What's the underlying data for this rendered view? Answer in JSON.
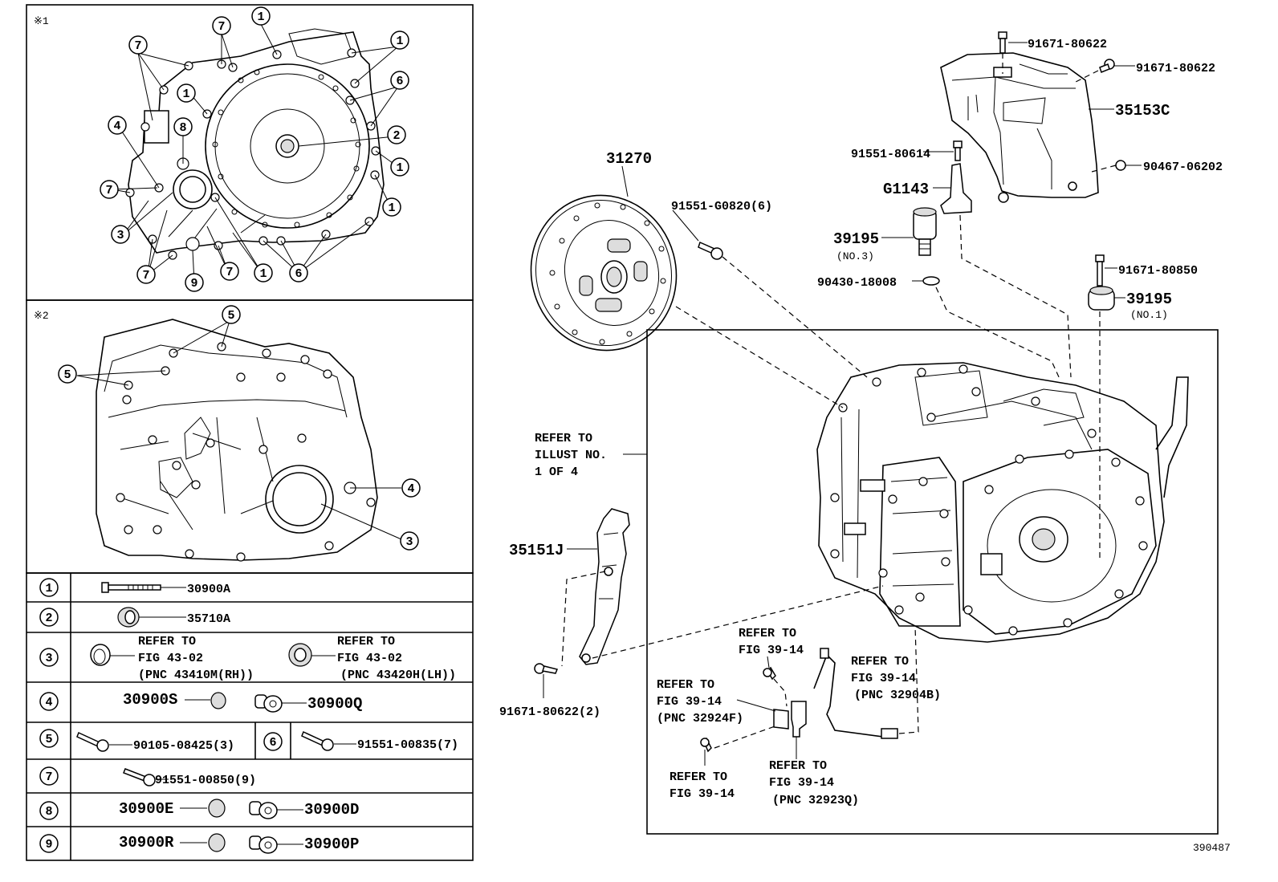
{
  "diagram_id": "390487",
  "view1_mark": "※1",
  "view2_mark": "※2",
  "callouts": [
    "1",
    "2",
    "3",
    "4",
    "5",
    "6",
    "7",
    "8",
    "9"
  ],
  "legend": {
    "r1": {
      "num": "1",
      "part": "30900A"
    },
    "r2": {
      "num": "2",
      "part": "35710A"
    },
    "r3": {
      "num": "3",
      "left": {
        "l1": "REFER TO",
        "l2": "FIG 43-02",
        "l3": "(PNC 43410M(RH))"
      },
      "right": {
        "l1": "REFER TO",
        "l2": "FIG 43-02",
        "l3": "(PNC 43420H(LH))"
      }
    },
    "r4": {
      "num": "4",
      "a": "30900S",
      "b": "30900Q"
    },
    "r5": {
      "num": "5",
      "part": "90105-08425(3)"
    },
    "r6": {
      "num": "6",
      "part": "91551-00835(7)"
    },
    "r7": {
      "num": "7",
      "part": "91551-00850(9)"
    },
    "r8": {
      "num": "8",
      "a": "30900E",
      "b": "30900D"
    },
    "r9": {
      "num": "9",
      "a": "30900R",
      "b": "30900P"
    }
  },
  "parts": {
    "p31270": "31270",
    "p91551g": "91551-G0820(6)",
    "p91671a": "91671-80622",
    "p91671b": "91671-80622",
    "p35153c": "35153C",
    "p91551_80614": "91551-80614",
    "p90467": "90467-06202",
    "pG1143": "G1143",
    "p39195_3": "39195",
    "p39195_3n": "(NO.3)",
    "p90430": "90430-18008",
    "p91671_80850": "91671-80850",
    "p39195_1": "39195",
    "p39195_1n": "(NO.1)",
    "p35151j": "35151J",
    "p91671_2": "91671-80622(2)"
  },
  "refs": {
    "illust": {
      "l1": "REFER TO",
      "l2": "ILLUST NO.",
      "l3": "1 OF 4"
    },
    "fig_a": {
      "l1": "REFER TO",
      "l2": "FIG 39-14"
    },
    "fig_b": {
      "l1": "REFER TO",
      "l2": "FIG 39-14",
      "l3": "(PNC 32924F)"
    },
    "fig_c": {
      "l1": "REFER TO",
      "l2": "FIG 39-14",
      "l3": "(PNC 32904B)"
    },
    "fig_d": {
      "l1": "REFER TO",
      "l2": "FIG 39-14"
    },
    "fig_e": {
      "l1": "REFER TO",
      "l2": "FIG 39-14",
      "l3": "(PNC 32923Q)"
    }
  }
}
